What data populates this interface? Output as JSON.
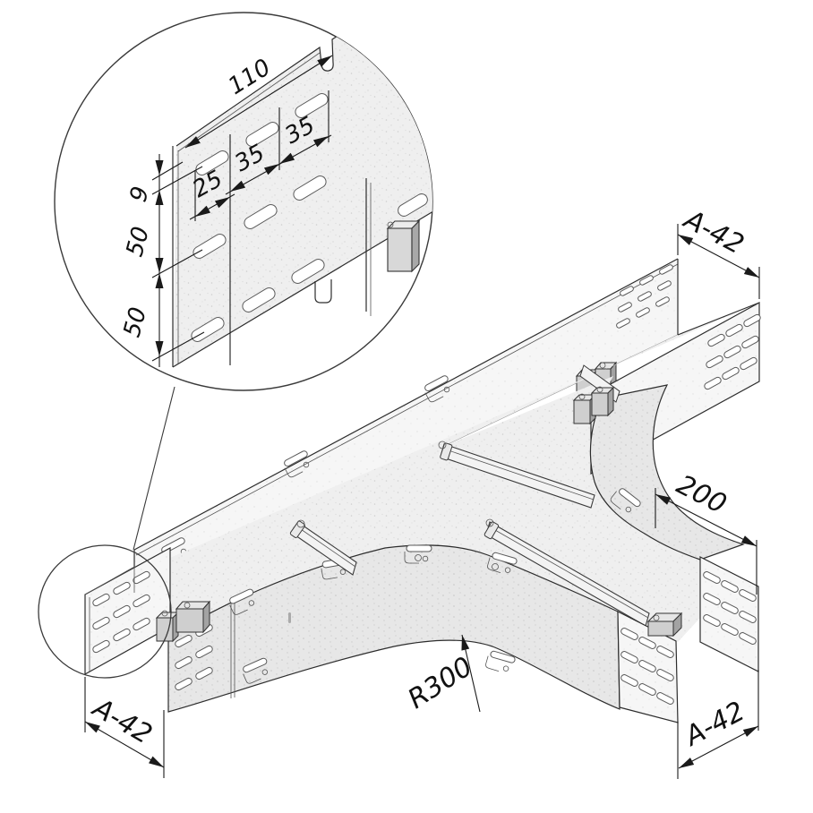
{
  "drawing": {
    "detail": {
      "dim_width_top": "110",
      "dim_pitch_a": "35",
      "dim_pitch_b": "35",
      "dim_pitch_first": "25",
      "dim_edge": "9",
      "dim_row_a": "50",
      "dim_row_b": "50"
    },
    "main": {
      "label_end_top_right": "A-42",
      "label_end_bottom_left": "A-42",
      "label_end_bottom_right": "A-42",
      "dim_branch_width": "200",
      "label_radius": "R300"
    }
  }
}
